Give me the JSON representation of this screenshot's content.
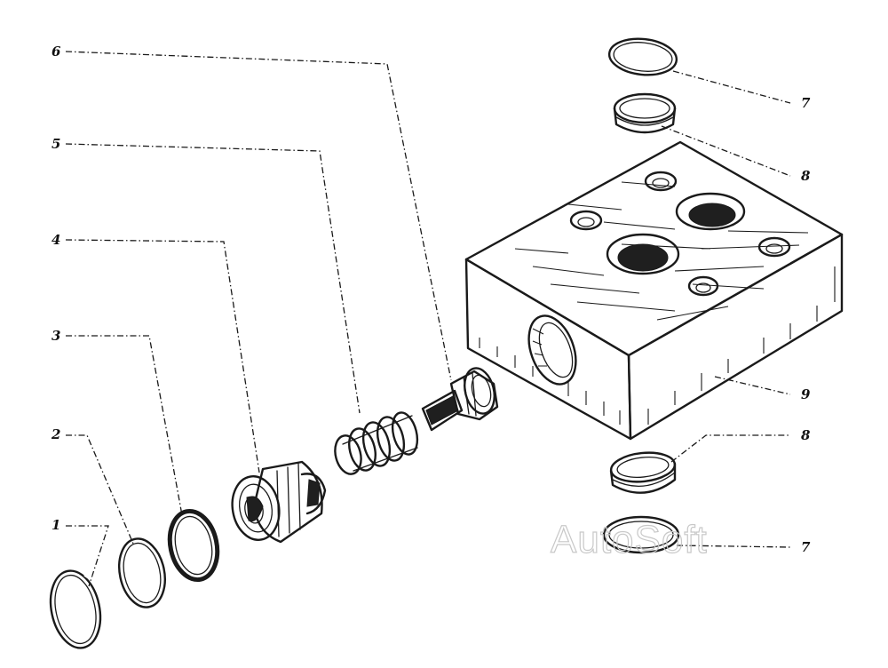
{
  "labels": {
    "l1": "1",
    "l2": "2",
    "l3": "3",
    "l4": "4",
    "l5": "5",
    "l6": "6",
    "l7_top": "7",
    "l8_top": "8",
    "l9": "9",
    "l8_bottom": "8",
    "l7_bottom": "7"
  },
  "watermark": "AutoSoft"
}
